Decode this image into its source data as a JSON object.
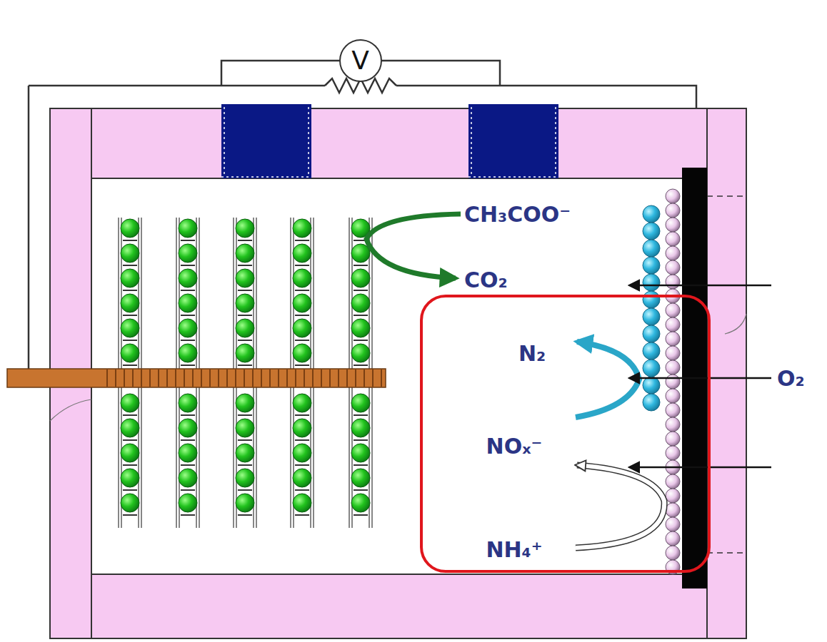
{
  "diagram": {
    "nodes": [
      {
        "text": [
          "V"
        ]
      },
      {
        "text": [
          "N₂",
          "NOₓ⁻",
          "NH₄⁺"
        ]
      }
    ],
    "labels": [
      "CH₃COO⁻",
      "CO₂",
      "O₂"
    ]
  }
}
